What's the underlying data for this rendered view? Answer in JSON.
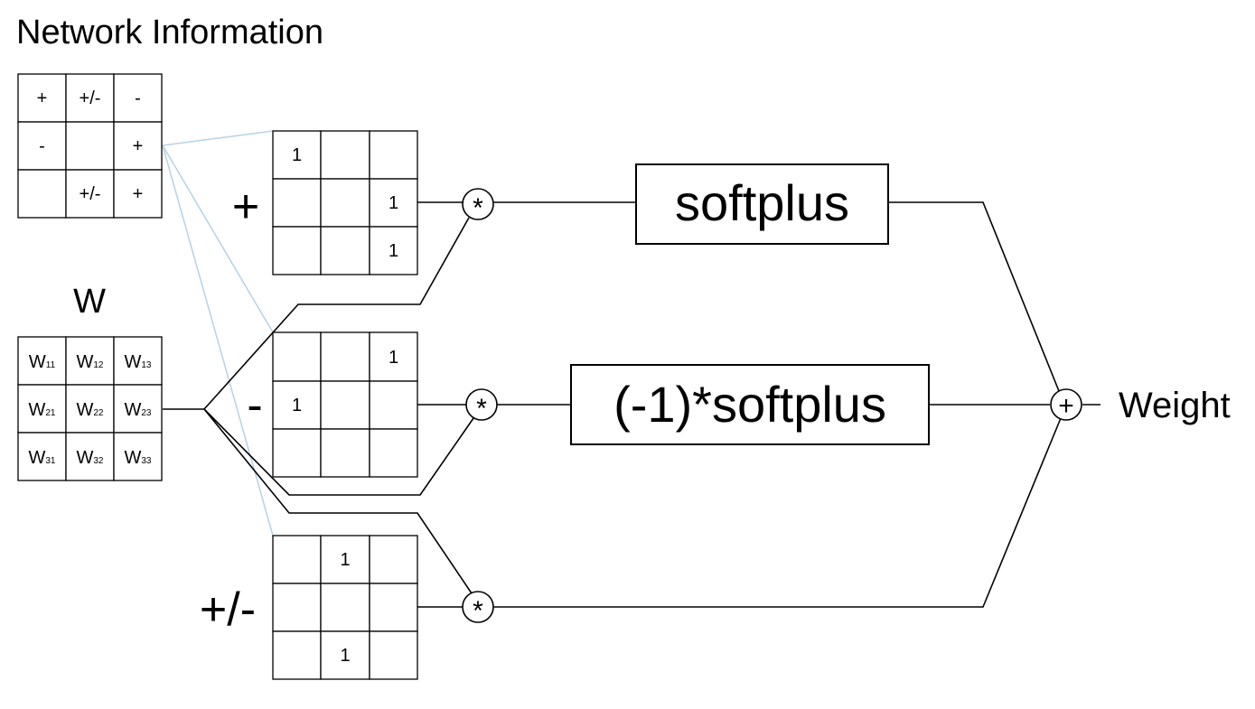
{
  "title": "Network Information",
  "network_info": {
    "cells": [
      [
        "+",
        "+/-",
        "-"
      ],
      [
        "-",
        "",
        "+"
      ],
      [
        "",
        "+/-",
        "+"
      ]
    ]
  },
  "w_matrix": {
    "label": "W",
    "cells": [
      [
        [
          "W",
          "11"
        ],
        [
          "W",
          "12"
        ],
        [
          "W",
          "13"
        ]
      ],
      [
        [
          "W",
          "21"
        ],
        [
          "W",
          "22"
        ],
        [
          "W",
          "23"
        ]
      ],
      [
        [
          "W",
          "31"
        ],
        [
          "W",
          "32"
        ],
        [
          "W",
          "33"
        ]
      ]
    ]
  },
  "masks": [
    {
      "sign": "+",
      "cells": [
        [
          "1",
          "",
          ""
        ],
        [
          "",
          "",
          "1"
        ],
        [
          "",
          "",
          "1"
        ]
      ]
    },
    {
      "sign": "-",
      "cells": [
        [
          "",
          "",
          "1"
        ],
        [
          "1",
          "",
          ""
        ],
        [
          "",
          "",
          ""
        ]
      ]
    },
    {
      "sign": "+/-",
      "cells": [
        [
          "",
          "1",
          ""
        ],
        [
          "",
          "",
          ""
        ],
        [
          "",
          "1",
          ""
        ]
      ]
    }
  ],
  "multiply_symbol": "*",
  "sum_symbol": "+",
  "functions": [
    "softplus",
    "(-1)*softplus"
  ],
  "output_label": "Weight"
}
